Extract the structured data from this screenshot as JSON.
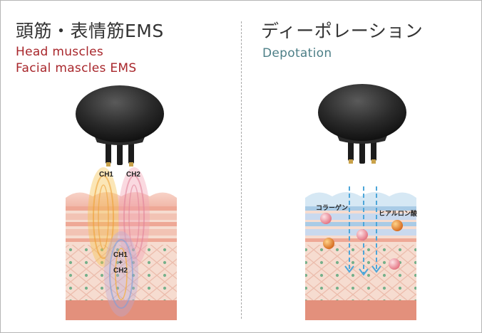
{
  "left": {
    "title": "頭筋・表情筋EMS",
    "subtitle_1": "Head muscles",
    "subtitle_2": "Facial mascles EMS",
    "labels": {
      "ch1": "CH1",
      "ch2": "CH2",
      "combined_1": "CH1",
      "combined_plus": "+",
      "combined_2": "CH2"
    }
  },
  "right": {
    "title": "ディーポレーション",
    "subtitle": "Depotation",
    "labels": {
      "collagen": "コラーゲン",
      "hyaluronic": "ヒアルロン酸"
    }
  },
  "colors": {
    "subtitle_left": "#a8262b",
    "subtitle_right": "#4d7f87",
    "device_body": "#262626",
    "skin_surface": "#f5c8bd",
    "skin_base": "#e3907c"
  }
}
